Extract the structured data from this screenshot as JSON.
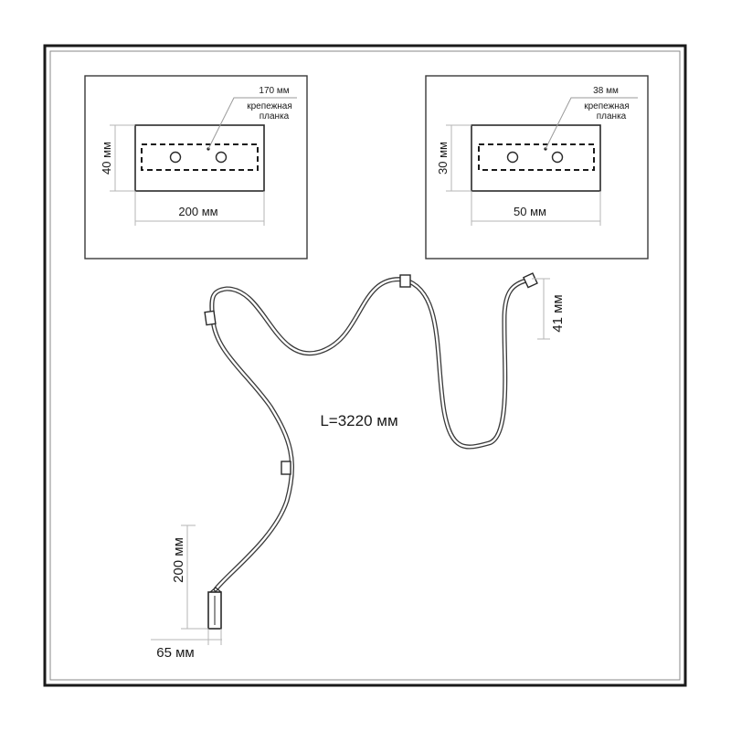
{
  "drawing": {
    "left_view": {
      "width_label": "200 мм",
      "height_label": "40 мм",
      "bar_length_label": "170 мм",
      "bar_name_line1": "крепежная",
      "bar_name_line2": "планка"
    },
    "right_view": {
      "width_label": "50 мм",
      "height_label": "30 мм",
      "bar_length_label": "38 мм",
      "bar_name_line1": "крепежная",
      "bar_name_line2": "планка"
    },
    "cable": {
      "length_label": "L=3220 мм",
      "end_height_label": "41 мм",
      "plug_height_label": "200 мм",
      "plug_width_label": "65 мм"
    }
  },
  "colors": {
    "frame": "#1a1a1a",
    "ink": "#2a2a2a",
    "dimension": "#b5b5b5",
    "cable_outer": "#3a3a3a",
    "cable_inner": "#ffffff"
  }
}
